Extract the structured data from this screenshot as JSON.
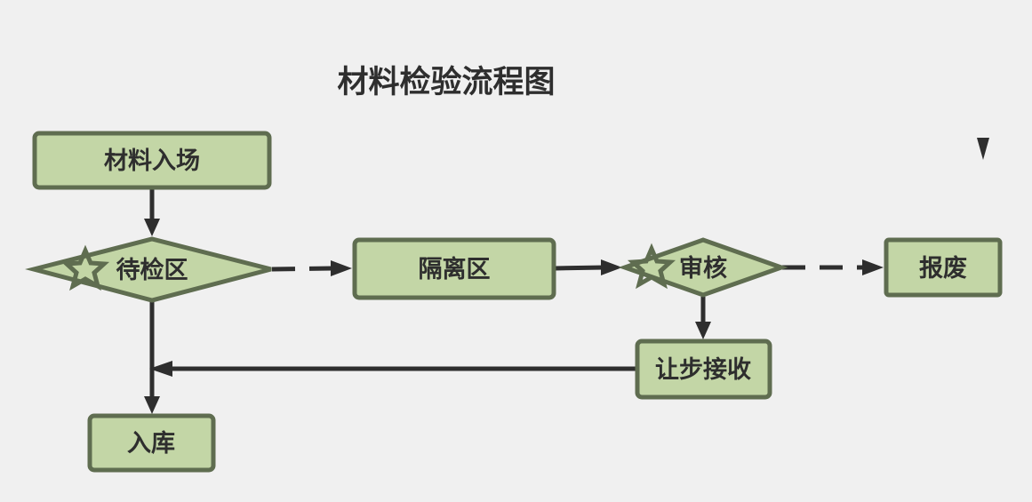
{
  "diagram": {
    "title": "材料检验流程图",
    "nodes": {
      "entry": "材料入场",
      "pending": "待检区",
      "quarantine": "隔离区",
      "review": "审核",
      "scrap": "报废",
      "concession": "让步接收",
      "warehouse": "入库"
    }
  },
  "colors": {
    "node_fill": "#c3d6a6",
    "node_stroke": "#5f6d50",
    "text": "#2e2e2e",
    "background": "#f0f0f0"
  }
}
